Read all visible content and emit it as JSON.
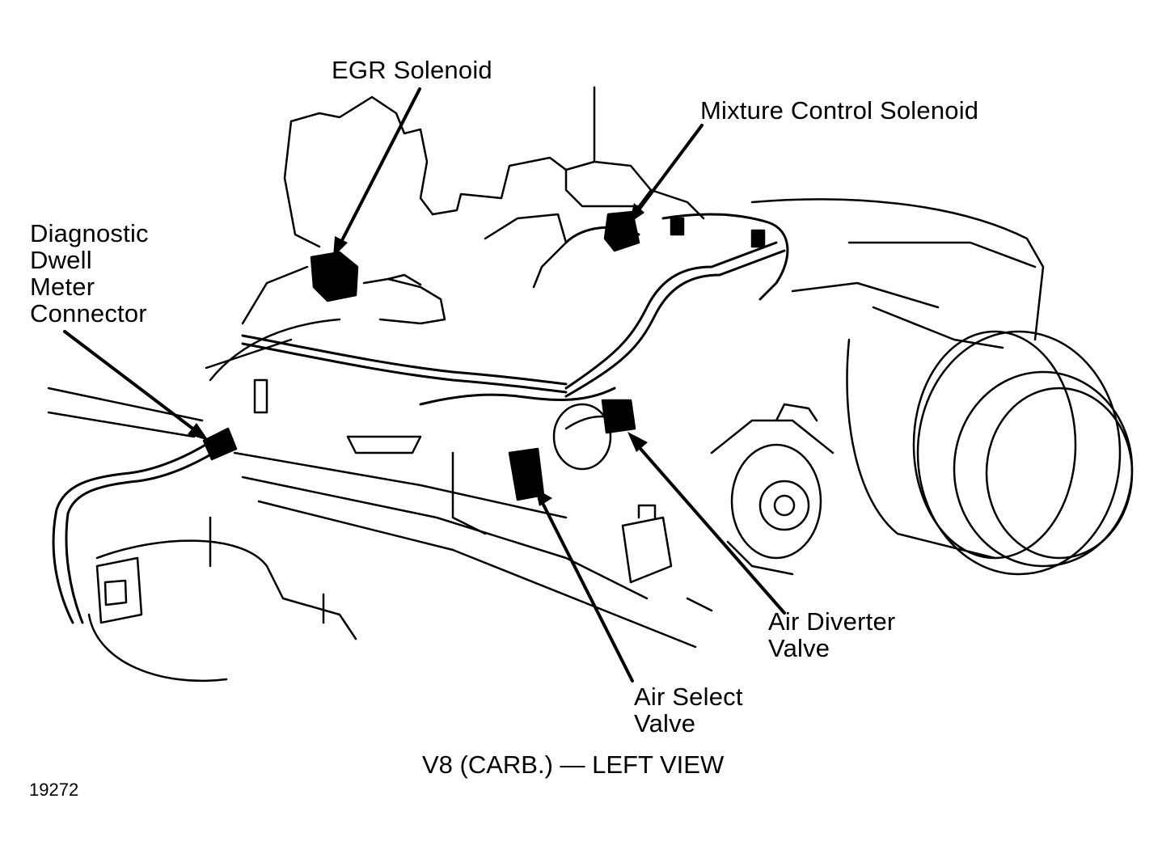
{
  "labels": {
    "egr_solenoid": "EGR Solenoid",
    "mixture_control_solenoid": "Mixture Control Solenoid",
    "diagnostic_connector": [
      "Diagnostic",
      "Dwell",
      "Meter",
      "Connector"
    ],
    "air_diverter_valve": [
      "Air Diverter",
      "Valve"
    ],
    "air_select_valve": [
      "Air Select",
      "Valve"
    ]
  },
  "caption": "V8 (CARB.) — LEFT VIEW",
  "figure_number": "19272",
  "colors": {
    "ink": "#000000",
    "paper": "#ffffff"
  }
}
